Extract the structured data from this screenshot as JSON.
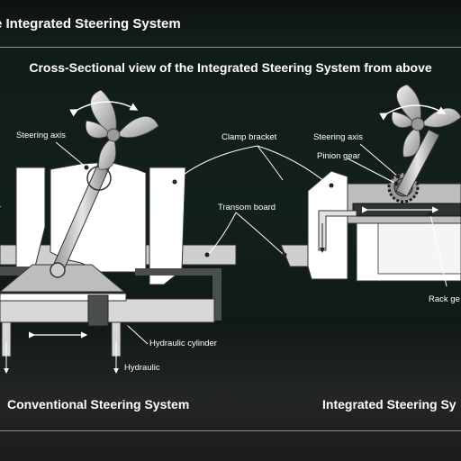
{
  "header": {
    "title": "e Integrated Steering System"
  },
  "subtitle": "Cross-Sectional view of the Integrated Steering System from above",
  "labels": {
    "steering_axis_left": "Steering axis",
    "clamp_bracket": "Clamp bracket",
    "transom_board": "Transom board",
    "hydraulic_cylinder": "Hydraulic cylinder",
    "hydraulic_left": "Hydraulic",
    "steering_axis_right": "Steering axis",
    "pinion_gear": "Pinion gear",
    "hydraulic_right": "Hydraulic",
    "rack_gear": "Rack ge",
    "left_edge": "r"
  },
  "sections": {
    "conventional": "Conventional Steering System",
    "integrated": "Integrated Steering Sy"
  },
  "colors": {
    "background": "#0f1715",
    "part_fill": "#ffffff",
    "part_gray": "#c8c8c8",
    "board_fill": "#cfcfcf",
    "outline": "#333333",
    "leader": "#ffffff"
  }
}
